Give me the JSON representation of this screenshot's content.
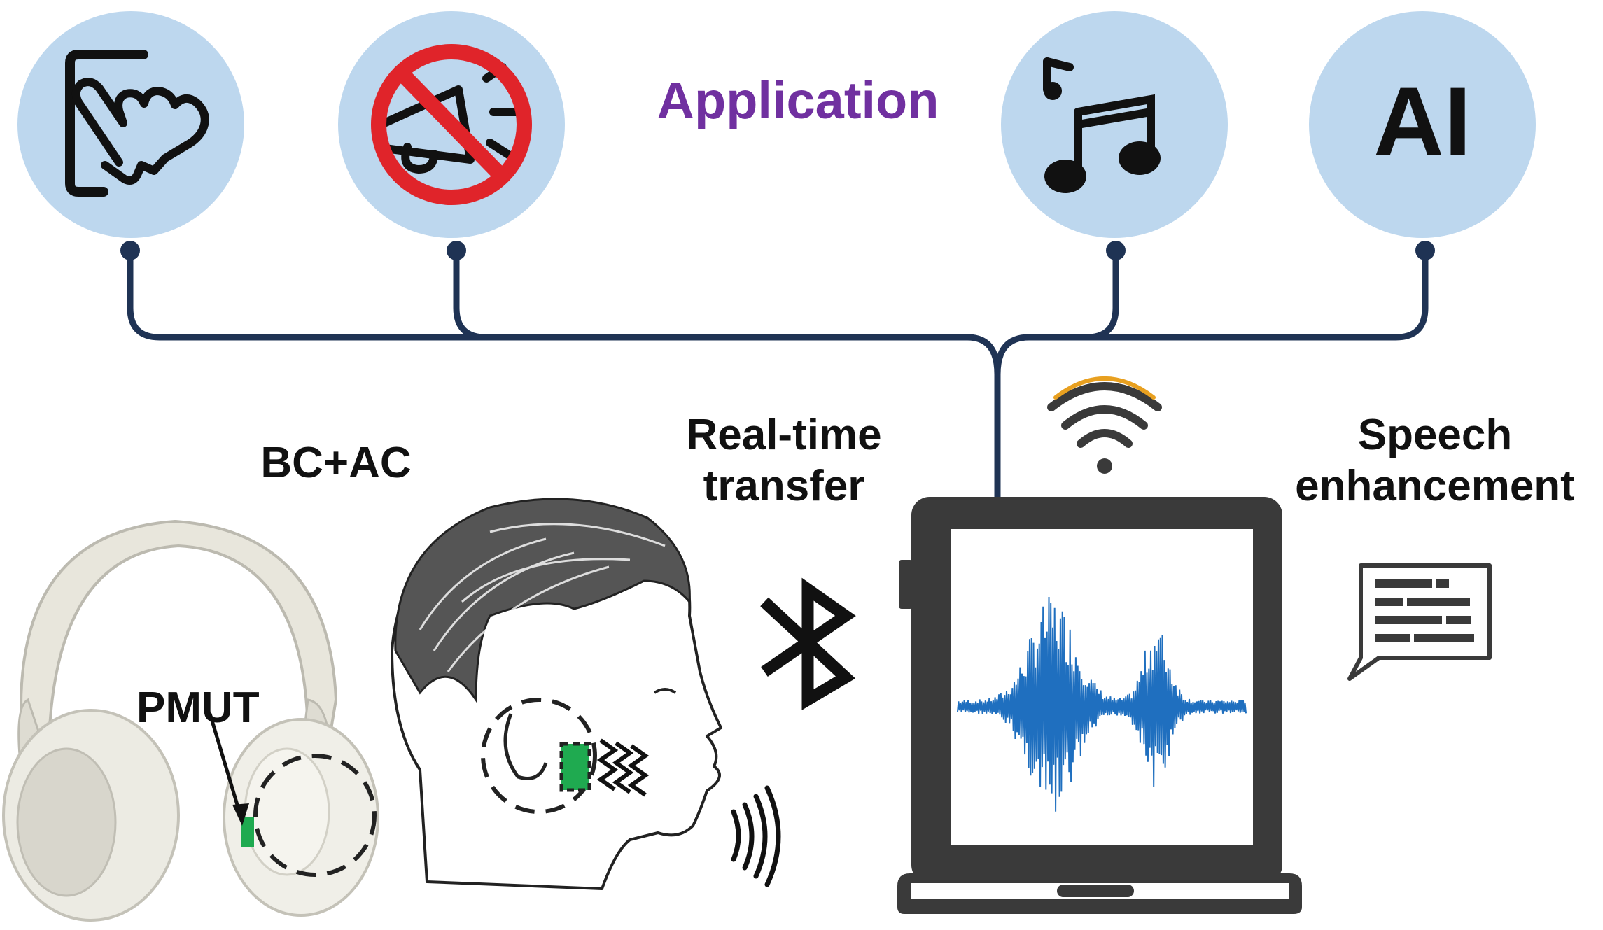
{
  "title": "Application",
  "colors": {
    "bubble_fill": "#bdd7ee",
    "tree_line": "#1f3354",
    "title_color": "#7030a0",
    "forbid_red": "#e0242a",
    "waveform_blue": "#1f6fbf",
    "sensor_green": "#1faa50",
    "wifi_orange": "#e8a020",
    "device_gray": "#3a3a3a"
  },
  "application_icons": [
    {
      "name": "touch-gesture-icon"
    },
    {
      "name": "no-noise-icon"
    },
    {
      "name": "music-icon"
    },
    {
      "name": "ai-icon",
      "text": "AI"
    }
  ],
  "labels": {
    "bc_ac": "BC+AC",
    "pmut": "PMUT",
    "realtime_line1": "Real-time",
    "realtime_line2": "transfer",
    "speech_line1": "Speech",
    "speech_line2": "enhancement"
  },
  "icons": [
    "headphones-image",
    "head-profile-image",
    "bluetooth-icon",
    "wifi-icon",
    "laptop-icon",
    "speech-waveform",
    "chat-bubble-icon",
    "sound-waves-icon"
  ]
}
